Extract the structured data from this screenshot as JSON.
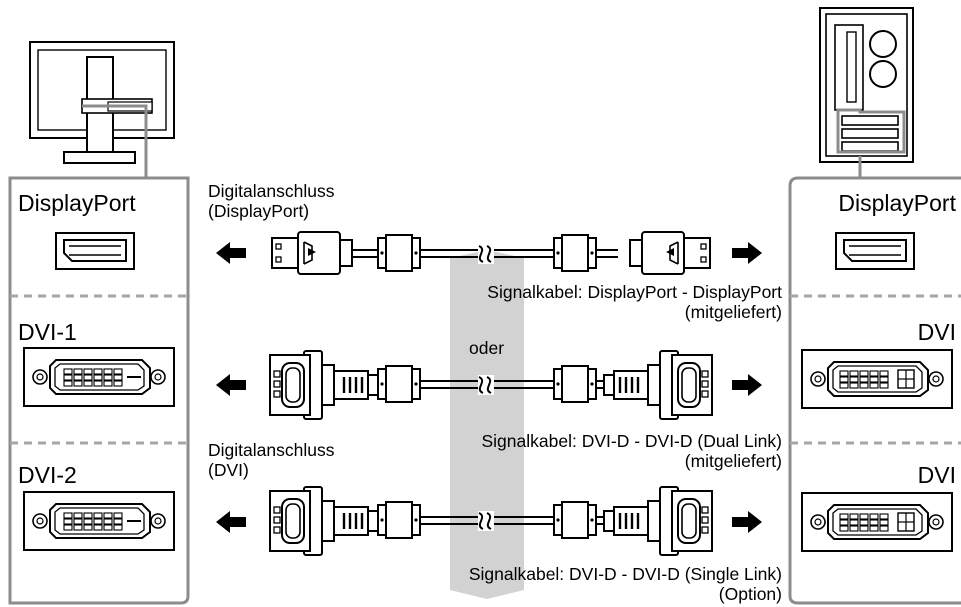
{
  "monitor_panel": {
    "rows": [
      {
        "label": "DisplayPort"
      },
      {
        "label": "DVI-1"
      },
      {
        "label": "DVI-2"
      }
    ]
  },
  "pc_panel": {
    "rows": [
      {
        "label": "DisplayPort"
      },
      {
        "label": "DVI"
      },
      {
        "label": "DVI"
      }
    ]
  },
  "annotations": {
    "digital_displayport_line1": "Digitalanschluss",
    "digital_displayport_line2": "(DisplayPort)",
    "digital_dvi_line1": "Digitalanschluss",
    "digital_dvi_line2": "(DVI)",
    "or_label": "oder"
  },
  "cables": [
    {
      "name_line": "Signalkabel: DisplayPort - DisplayPort",
      "note": "(mitgeliefert)"
    },
    {
      "name_line": "Signalkabel: DVI-D - DVI-D (Dual Link)",
      "note": "(mitgeliefert)"
    },
    {
      "name_line": "Signalkabel: DVI-D - DVI-D (Single Link)",
      "note": "(Option)"
    }
  ],
  "colors": {
    "panel_border": "#8c8c8c",
    "divider": "#a6a6a6",
    "highlight_band": "#d2d2d2",
    "line": "#000000"
  }
}
